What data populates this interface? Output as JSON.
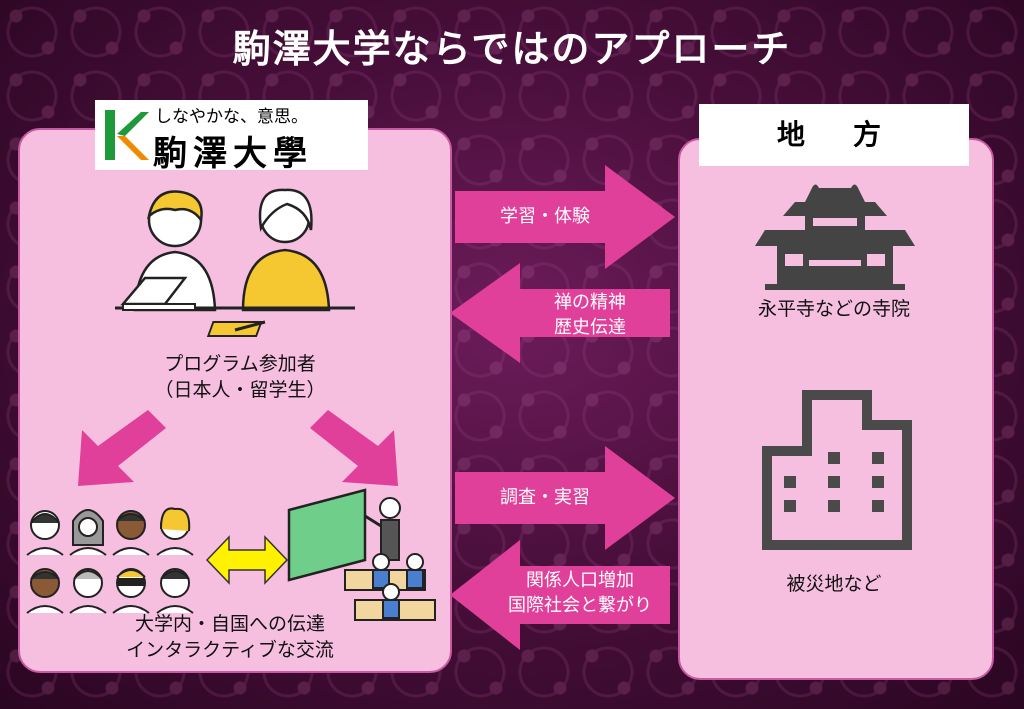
{
  "title": "駒澤大学ならではのアプローチ",
  "logo": {
    "tagline": "しなやかな、意思。",
    "name": "駒澤大學"
  },
  "left": {
    "participants_label_1": "プログラム参加者",
    "participants_label_2": "（日本人・留学生）",
    "exchange_label_1": "大学内・自国への伝達",
    "exchange_label_2": "インタラクティブな交流"
  },
  "right": {
    "header": "地　方",
    "temple_label": "永平寺などの寺院",
    "disaster_label": "被災地など"
  },
  "arrows": {
    "a1": "学習・体験",
    "a2_1": "禅の精神",
    "a2_2": "歴史伝達",
    "a3": "調査・実習",
    "a4_1": "関係人口増加",
    "a4_2": "国際社会と繋がり"
  },
  "colors": {
    "arrow": "#e0409a",
    "panel": "#f6bfe0",
    "logo_green": "#1f9a3a",
    "logo_orange": "#f08a00"
  }
}
